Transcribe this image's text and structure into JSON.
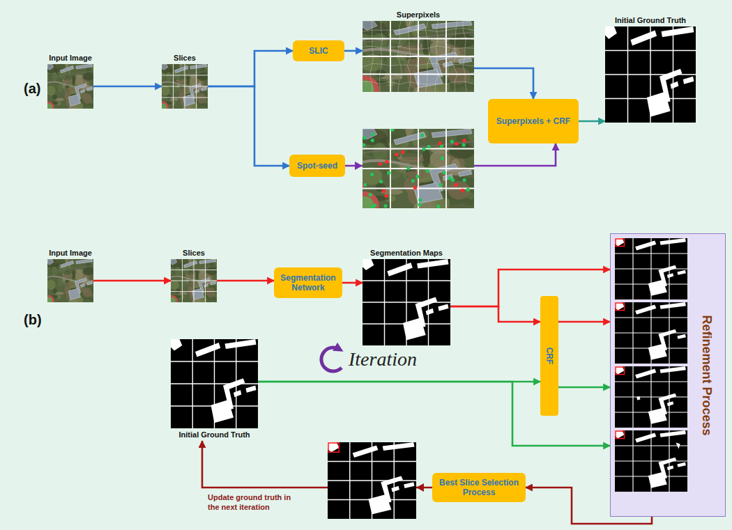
{
  "diagram": {
    "nodes": [
      {
        "text": [
          "Input Image"
        ]
      },
      {
        "text": [
          "Slices"
        ]
      },
      {
        "text": [
          "SLIC"
        ]
      },
      {
        "text": [
          "Superpixels"
        ]
      },
      {
        "text": [
          "Spot-seed"
        ]
      },
      {
        "text": [
          "Superpixels + CRF"
        ]
      },
      {
        "text": [
          "Initial Ground Truth"
        ]
      },
      {
        "text": [
          "Input Image"
        ]
      },
      {
        "text": [
          "Slices"
        ]
      },
      {
        "text": [
          "Segmentation Network"
        ]
      },
      {
        "text": [
          "Segmentation Maps"
        ]
      },
      {
        "text": [
          "CRF"
        ]
      },
      {
        "text": [
          "Refinement Process"
        ]
      },
      {
        "text": [
          "Initial Ground Truth"
        ]
      },
      {
        "text": [
          "Best Slice Selection Process"
        ]
      }
    ],
    "edges": [
      {
        "from": 0,
        "to": 1,
        "arrow": "to"
      },
      {
        "from": 1,
        "to": 2,
        "arrow": "to"
      },
      {
        "from": 1,
        "to": 4,
        "arrow": "to"
      },
      {
        "from": 2,
        "to": 3,
        "arrow": "to"
      },
      {
        "from": 3,
        "to": 5,
        "arrow": "to"
      },
      {
        "from": 4,
        "to": 5,
        "arrow": "to"
      },
      {
        "from": 5,
        "to": 6,
        "arrow": "to"
      },
      {
        "from": 7,
        "to": 8,
        "arrow": "to"
      },
      {
        "from": 8,
        "to": 9,
        "arrow": "to"
      },
      {
        "from": 9,
        "to": 10,
        "arrow": "to"
      },
      {
        "from": 10,
        "to": 12,
        "arrow": "to"
      },
      {
        "from": 10,
        "to": 11,
        "arrow": "to"
      },
      {
        "from": 11,
        "to": 12,
        "arrow": "to"
      },
      {
        "from": 13,
        "to": 11,
        "arrow": "to"
      },
      {
        "from": 11,
        "to": 12,
        "arrow": "to"
      },
      {
        "from": 13,
        "to": 12,
        "arrow": "to"
      },
      {
        "from": 12,
        "to": 14,
        "arrow": "to"
      },
      {
        "from": 14,
        "to": 13,
        "arrow": "to"
      }
    ],
    "labels": [
      "(a)",
      "(b)",
      "Iteration",
      "Update ground truth in the next iteration"
    ]
  }
}
